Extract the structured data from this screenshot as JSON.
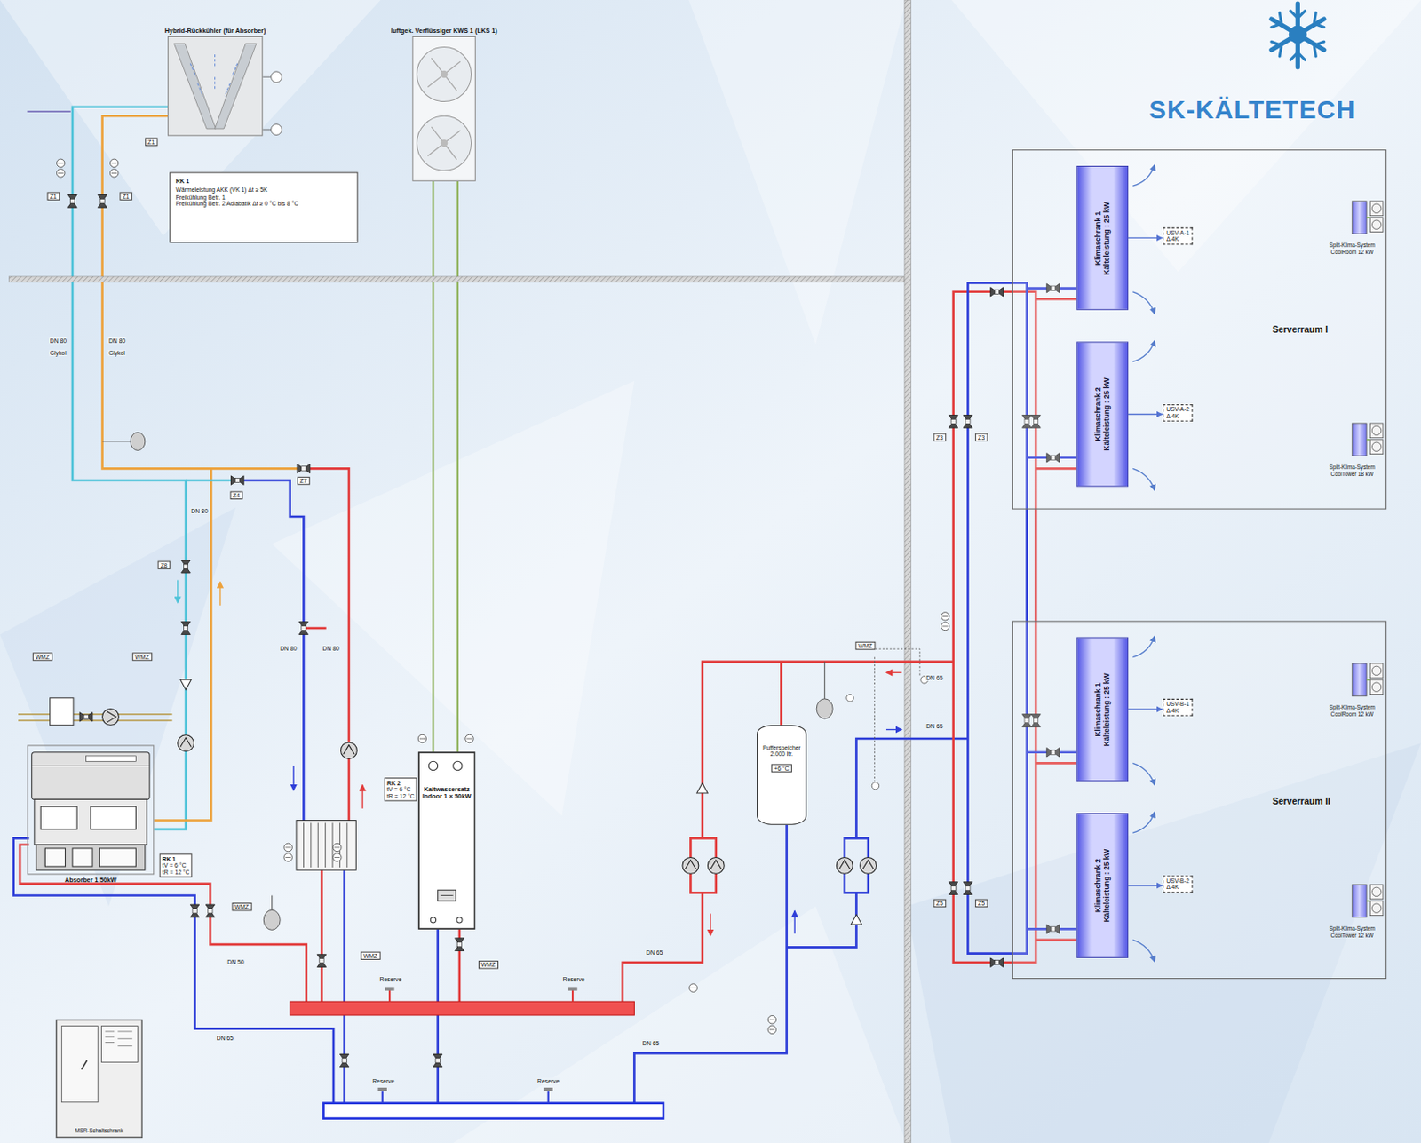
{
  "diagram": {
    "nodes": [
      {
        "text": [
          "Hybrid-Rückkühler (für Absorber)"
        ]
      },
      {
        "text": [
          "luftgek. Verflüssiger KWS 1 (LKS 1)"
        ]
      },
      {
        "text": [
          "Z1"
        ]
      },
      {
        "text": [
          "RK 1",
          "Wärmeleistung AKK (VK 1) Δt ≥ 5K",
          "Freikühlung Betr. 1",
          "Freikühlung Betr. 2 Adiabatik Δt ≥ 0 °C bis 8 °C"
        ]
      },
      {
        "text": [
          "Z1"
        ]
      },
      {
        "text": [
          "Z1"
        ]
      },
      {
        "text": [
          "Z4"
        ]
      },
      {
        "text": [
          "Z7"
        ]
      },
      {
        "text": [
          "Z8"
        ]
      },
      {
        "text": [
          "WMZ"
        ]
      },
      {
        "text": [
          "WMZ"
        ]
      },
      {
        "text": [
          "Absorber 1 50kW"
        ]
      },
      {
        "text": [
          "Kaltwassersatz Indoor 1 × 50kW"
        ]
      },
      {
        "text": [
          "RK 2",
          "tV = 6 °C",
          "tR = 12 °C"
        ]
      },
      {
        "text": [
          "RK 1",
          "tV = 6 °C",
          "tR = 12 °C"
        ]
      },
      {
        "text": [
          "WMZ"
        ]
      },
      {
        "text": [
          "WMZ"
        ]
      },
      {
        "text": [
          "WMZ"
        ]
      },
      {
        "text": [
          "Pufferspeicher 2.000 ltr.",
          "+6 °C"
        ]
      },
      {
        "text": [
          "WMZ"
        ]
      },
      {
        "text": [
          "MSR-Schaltschrank"
        ]
      },
      {
        "text": [
          "Serverraum I"
        ]
      },
      {
        "text": [
          "Klimaschrank 1 Kälteleistung : 25 kW"
        ],
        "in": 21
      },
      {
        "text": [
          "USV-A-1",
          "Δ 4K"
        ],
        "in": 21
      },
      {
        "text": [
          "Split-Klima-System CoolRoom 12 kW"
        ],
        "in": 21
      },
      {
        "text": [
          "Klimaschrank 2 Kälteleistung : 25 kW"
        ],
        "in": 21
      },
      {
        "text": [
          "USV-A-2",
          "Δ 4K"
        ],
        "in": 21
      },
      {
        "text": [
          "Split-Klima-System CoolTower 18 kW"
        ],
        "in": 21
      },
      {
        "text": [
          "Serverraum II"
        ]
      },
      {
        "text": [
          "Klimaschrank 1 Kälteleistung : 25 kW"
        ],
        "in": 28
      },
      {
        "text": [
          "USV-B-1",
          "Δ 4K"
        ],
        "in": 28
      },
      {
        "text": [
          "Split-Klima-System CoolRoom 12 kW"
        ],
        "in": 28
      },
      {
        "text": [
          "Klimaschrank 2 Kälteleistung : 25 kW"
        ],
        "in": 28
      },
      {
        "text": [
          "USV-B-2",
          "Δ 4K"
        ],
        "in": 28
      },
      {
        "text": [
          "Split-Klima-System CoolTower 12 kW"
        ],
        "in": 28
      },
      {
        "text": [
          "Z3"
        ]
      },
      {
        "text": [
          "Z3"
        ]
      },
      {
        "text": [
          "Z5"
        ]
      },
      {
        "text": [
          "Z5"
        ]
      }
    ],
    "edges": [
      {
        "from": 0,
        "to": 11,
        "arrow": "none"
      },
      {
        "from": 0,
        "to": 11,
        "arrow": "none"
      },
      {
        "from": 1,
        "to": 12,
        "arrow": "none"
      },
      {
        "from": 1,
        "to": 12,
        "arrow": "none"
      },
      {
        "from": 22,
        "to": 23,
        "arrow": "to"
      },
      {
        "from": 25,
        "to": 26,
        "arrow": "to"
      },
      {
        "from": 29,
        "to": 30,
        "arrow": "to"
      },
      {
        "from": 32,
        "to": 33,
        "arrow": "to"
      }
    ],
    "labels": [
      "DN 80",
      "Glykol",
      "DN 80",
      "Glykol",
      "DN 80",
      "DN 80",
      "DN 80",
      "DN 50",
      "DN 65",
      "DN 65",
      "DN 65",
      "DN 65",
      "DN 65",
      "Reserve",
      "Reserve",
      "Reserve",
      "Reserve",
      "SK-KÄLTETECH"
    ]
  }
}
